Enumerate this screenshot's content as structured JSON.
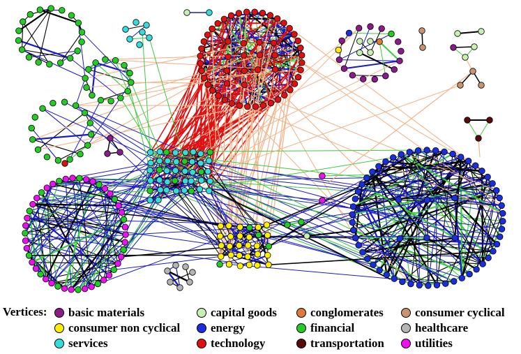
{
  "legend": {
    "title": "Vertices:",
    "items": [
      {
        "key": "basic_materials",
        "label": "basic materials",
        "color": "#8b1a8b"
      },
      {
        "key": "capital_goods",
        "label": "capital goods",
        "color": "#c8f0b0"
      },
      {
        "key": "conglomerates",
        "label": "conglomerates",
        "color": "#e07a3a"
      },
      {
        "key": "consumer_cyclical",
        "label": "consumer cyclical",
        "color": "#c8946e"
      },
      {
        "key": "consumer_non_cyclical",
        "label": "consumer non cyclical",
        "color": "#ffee00"
      },
      {
        "key": "energy",
        "label": "energy",
        "color": "#1a2ee0"
      },
      {
        "key": "financial",
        "label": "financial",
        "color": "#22cc22"
      },
      {
        "key": "healthcare",
        "label": "healthcare",
        "color": "#b4b4b4"
      },
      {
        "key": "services",
        "label": "services",
        "color": "#33dddd"
      },
      {
        "key": "technology",
        "label": "technology",
        "color": "#e01010"
      },
      {
        "key": "transportation",
        "label": "transportation",
        "color": "#5a0a0a"
      },
      {
        "key": "utilities",
        "label": "utilities",
        "color": "#ee10ee"
      }
    ]
  },
  "edge_colors": {
    "black": "#000000",
    "blue": "#1a1ac8",
    "green": "#3acc3a",
    "red": "#e01010",
    "salmon": "#f2b48a"
  }
}
